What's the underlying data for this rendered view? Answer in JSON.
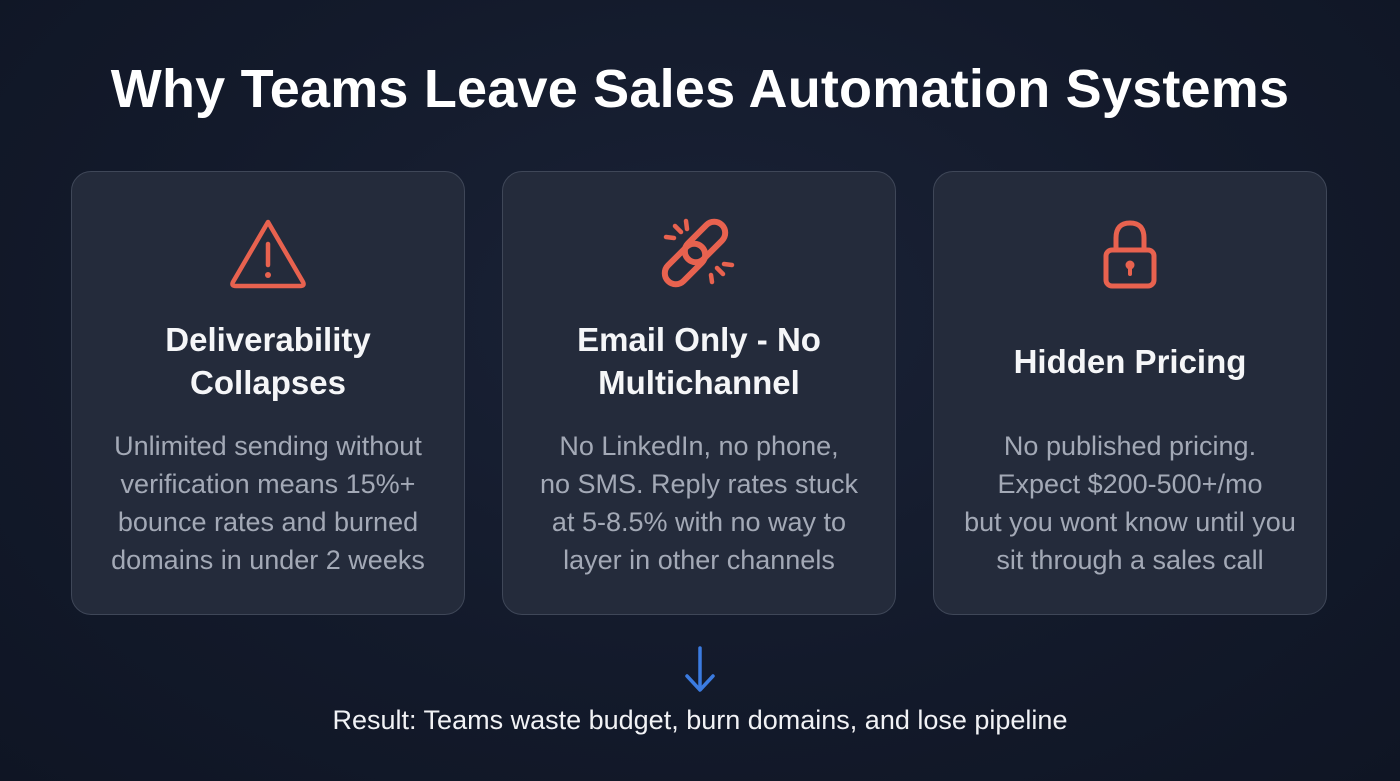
{
  "title": "Why Teams Leave Sales Automation Systems",
  "colors": {
    "icon_accent": "#e8624f",
    "arrow_accent": "#3b7be0",
    "card_bg": "#242b3b",
    "page_bg": "#131a2b"
  },
  "cards": [
    {
      "icon": "warning-triangle-icon",
      "title": "Deliverability Collapses",
      "body": "Unlimited sending without\nverification means 15%+\nbounce rates and burned\ndomains in under 2 weeks"
    },
    {
      "icon": "broken-link-icon",
      "title": "Email Only - No Multichannel",
      "body": "No LinkedIn, no phone,\nno SMS. Reply rates stuck\nat 5-8.5% with no way to\nlayer in other channels"
    },
    {
      "icon": "padlock-icon",
      "title": "Hidden Pricing",
      "body": "No published pricing.\nExpect $200-500+/mo\nbut you wont know until you\nsit through a sales call"
    }
  ],
  "flow_icon": "arrow-down-icon",
  "result": "Result: Teams waste budget, burn domains, and lose pipeline"
}
